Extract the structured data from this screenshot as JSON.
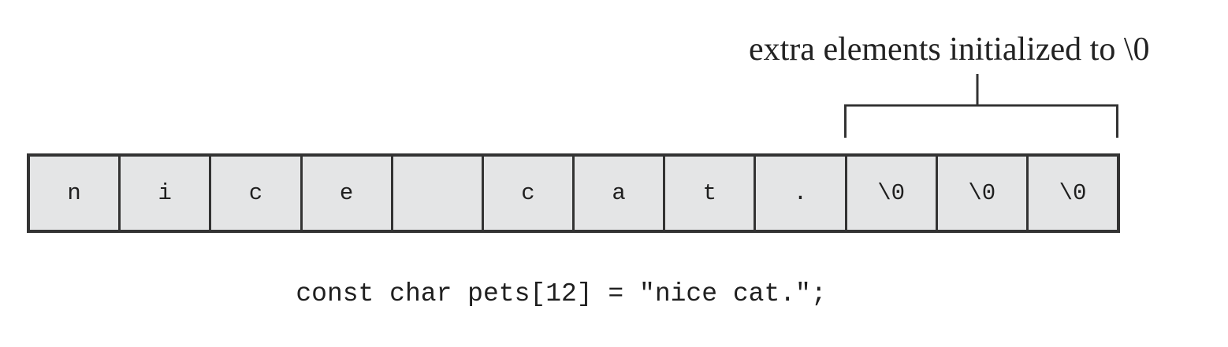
{
  "annotation": {
    "text": "extra elements initialized to \\0"
  },
  "array": {
    "cells": [
      "n",
      "i",
      "c",
      "e",
      " ",
      "c",
      "a",
      "t",
      ".",
      "\\0",
      "\\0",
      "\\0"
    ]
  },
  "code": {
    "line": "const char pets[12] = \"nice cat.\";"
  },
  "colors": {
    "cell_fill": "#e4e5e6",
    "border": "#333333",
    "text": "#222222"
  }
}
